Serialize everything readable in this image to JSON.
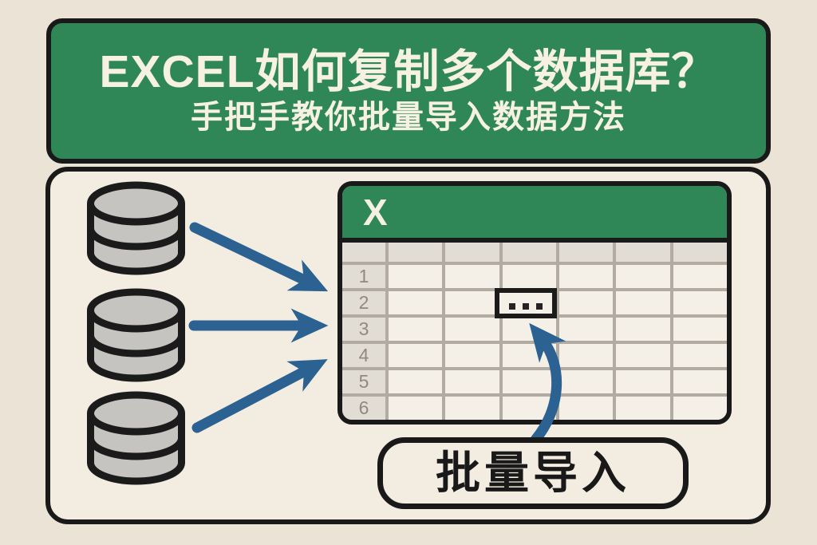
{
  "banner": {
    "title": "EXCEL如何复制多个数据库？",
    "subtitle": "手把手教你批量导入数据方法"
  },
  "diagram": {
    "database_count": 3,
    "arrow_count": 3,
    "arrow_color": "#2B6292",
    "database_fill": "#C6C4C1"
  },
  "spreadsheet": {
    "logo_letter": "X",
    "column_count": 6,
    "row_numbers": [
      "1",
      "2",
      "3",
      "4",
      "5",
      "6"
    ],
    "selected_cell": {
      "row": "2",
      "content": "..."
    }
  },
  "callout": {
    "label": "批量导入"
  },
  "colors": {
    "background": "#EAE3D6",
    "panel": "#F2ECE1",
    "banner_green": "#2F8758",
    "text_cream": "#F6F1E2",
    "outline_black": "#191919",
    "grid_header": "#E2DDD4",
    "grid_cell": "#F5F0E7",
    "grid_line": "#B2ABA1"
  }
}
